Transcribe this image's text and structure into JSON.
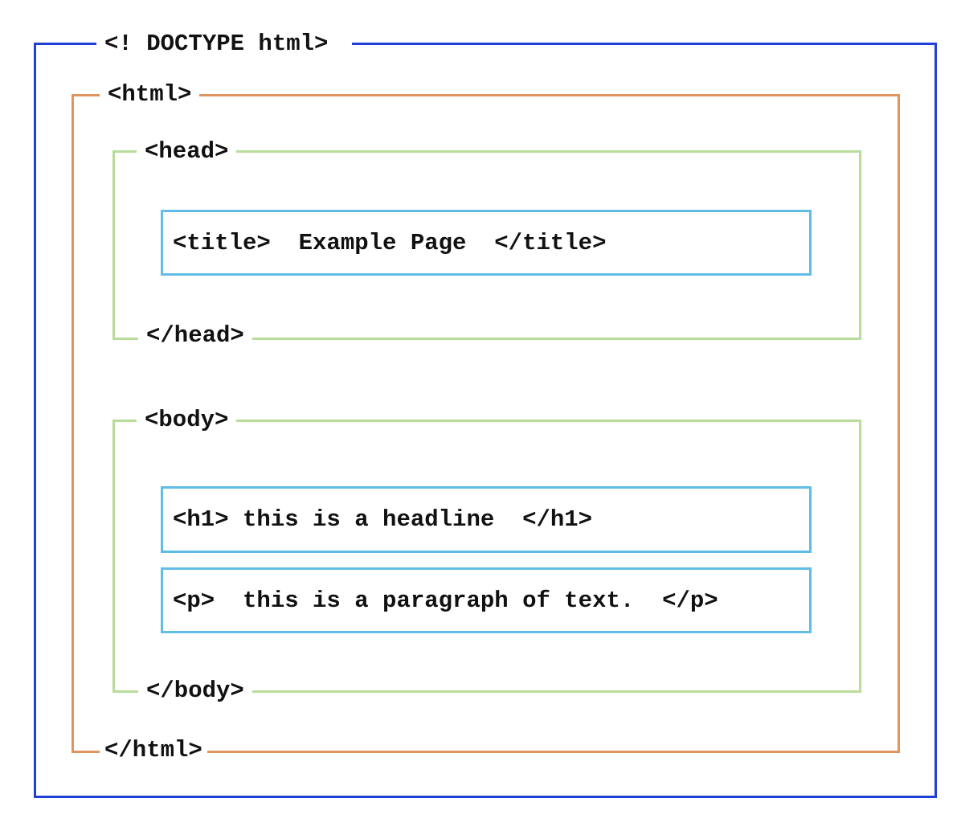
{
  "colors": {
    "doctype_frame": "#1f3fd9",
    "html_frame": "#e0945e",
    "section_frame": "#b8dc9a",
    "element_box": "#5fbde8"
  },
  "labels": {
    "doctype": "<! DOCTYPE html>",
    "html_open": "<html>",
    "html_close": "</html>",
    "head_open": "<head>",
    "head_close": "</head>",
    "body_open": "<body>",
    "body_close": "</body>"
  },
  "elements": {
    "title": "<title>  Example Page  </title>",
    "h1": "<h1> this is a headline  </h1>",
    "p": "<p>  this is a paragraph of text.  </p>"
  }
}
